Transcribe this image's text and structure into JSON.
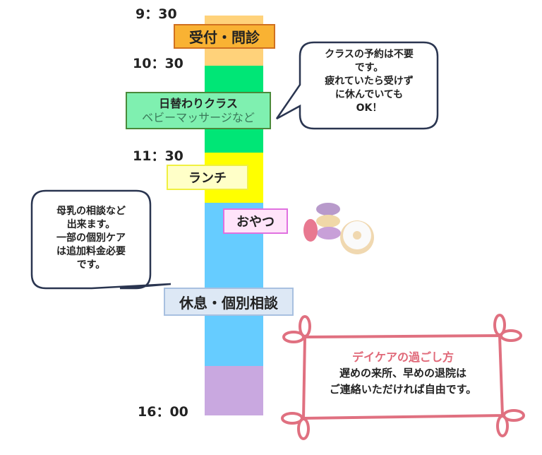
{
  "timeline": {
    "times": [
      "9：30",
      "10：30",
      "11：30",
      "16：00"
    ],
    "segments": [
      {
        "name": "reception",
        "color": "#ffd27a"
      },
      {
        "name": "class",
        "color": "#00e676"
      },
      {
        "name": "lunch",
        "color": "#ffff00"
      },
      {
        "name": "rest",
        "color": "#66ccff"
      },
      {
        "name": "end",
        "color": "#c9a8e0"
      }
    ]
  },
  "labels": {
    "reception": "受付・問診",
    "class_title": "日替わりクラス",
    "class_sub": "ベビーマッサージなど",
    "lunch": "ランチ",
    "snack": "おやつ",
    "rest": "休息・個別相談"
  },
  "callouts": {
    "right": [
      "クラスの予約は不要",
      "です。",
      "疲れていたら受けず",
      "に休んでいても",
      "OK！"
    ],
    "left": [
      "母乳の相談など",
      "出来ます。",
      "一部の個別ケア",
      "は追加料金必要",
      "です。"
    ]
  },
  "note": {
    "title": "デイケアの過ごし方",
    "lines": [
      "遅めの来所、早めの退院は",
      "ご連絡いただければ自由です。"
    ]
  }
}
